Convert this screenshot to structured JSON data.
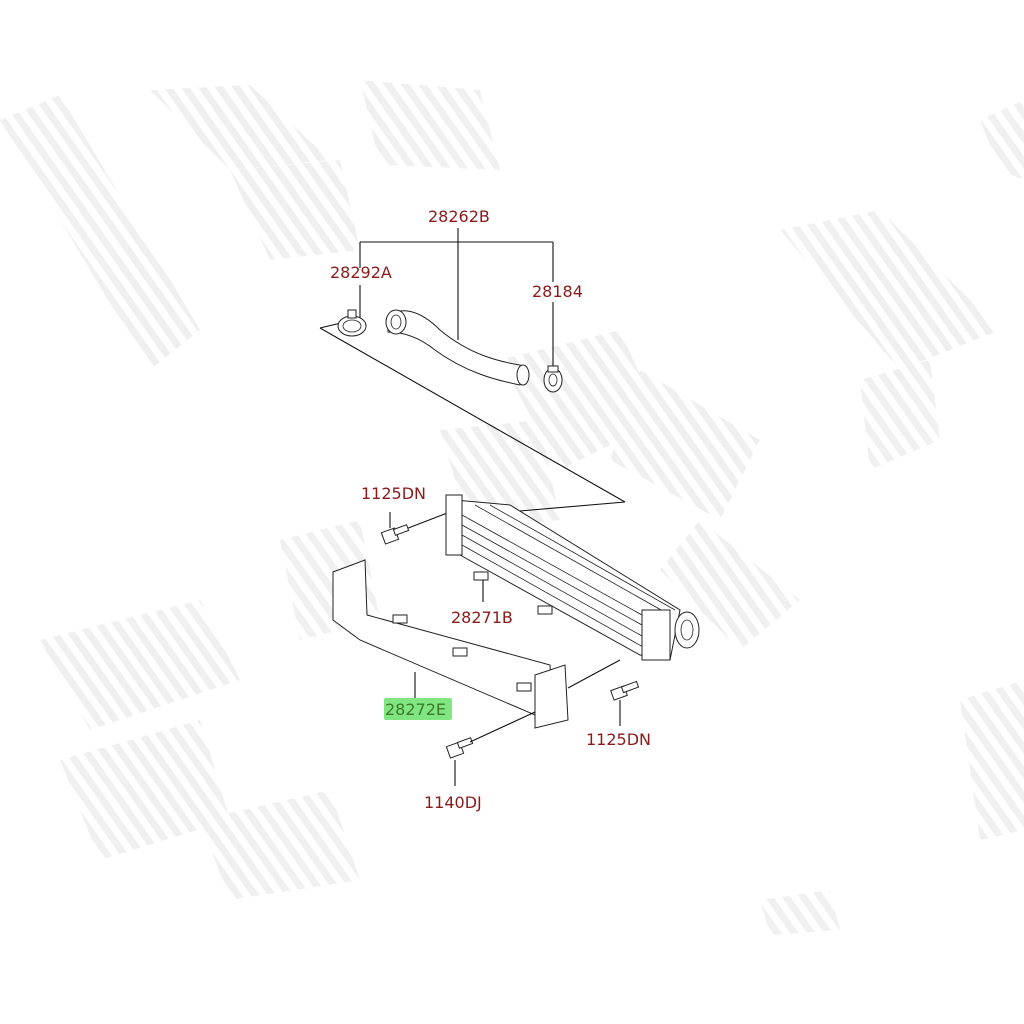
{
  "diagram": {
    "labels": {
      "hose_assembly": "28262B",
      "clamp_left": "28292A",
      "clamp_right": "28184",
      "bolt_upper_left": "1125DN",
      "intercooler": "28271B",
      "air_guard": "28272E",
      "bolt_lower_right": "1125DN",
      "bolt_bottom": "1140DJ"
    },
    "highlighted_part": "28272E"
  },
  "colors": {
    "label_red": "#8b1a1a",
    "highlight_green": "#6be06b",
    "line": "#111111"
  }
}
